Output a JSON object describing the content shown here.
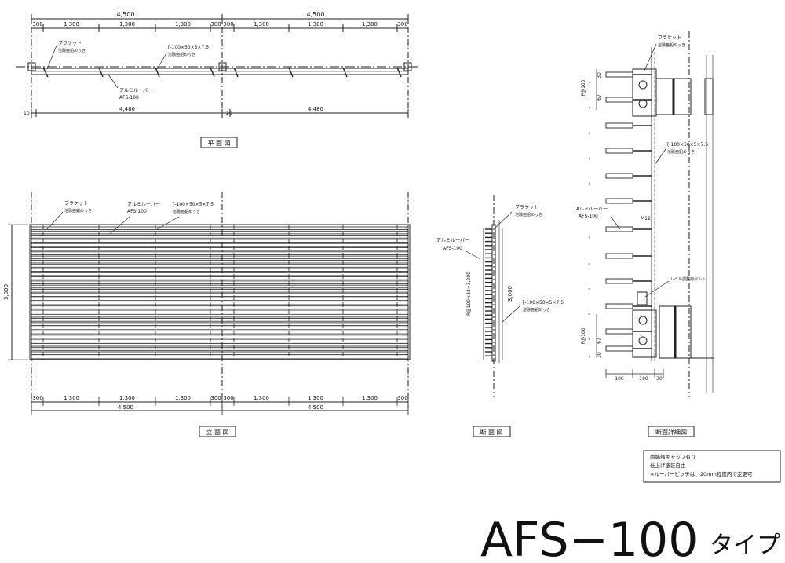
{
  "plan": {
    "top_total": [
      "4,500",
      "4,500"
    ],
    "top_segments": [
      "300",
      "1,300",
      "1,300",
      "1,300",
      "300"
    ],
    "bottom_offsets": [
      "10",
      "20"
    ],
    "bottom_totals": [
      "4,480",
      "4,480"
    ],
    "bracket_label": "ブラケット",
    "bracket_sub": "溶融亜鉛めっき",
    "channel_label": "[-100×50×5×7.5",
    "channel_sub": "溶融亜鉛めっき",
    "louver_label": "アルミルーバー",
    "louver_sub": "AFS-100",
    "title": "平 面 図"
  },
  "elevation": {
    "bracket_label": "ブラケット",
    "bracket_sub": "溶融亜鉛めっき",
    "louver_label": "アルミルーバー",
    "louver_sub": "AFS-100",
    "channel_label": "[-100×50×5×7.5",
    "channel_sub": "溶融亜鉛めっき",
    "height": "3,000",
    "segments": [
      "300",
      "1,300",
      "1,300",
      "1,300",
      "300"
    ],
    "totals": [
      "4,500",
      "4,500"
    ],
    "title": "立 面 図"
  },
  "section": {
    "bracket_label": "ブラケット",
    "bracket_sub": "溶融亜鉛めっき",
    "louver_label": "アルミルーバー",
    "louver_sub": "AFS-100",
    "pitch_label": "P@100×32=3,200",
    "height": "3,000",
    "channel_label": "[-100×50×5×7.5",
    "channel_sub": "溶融亜鉛めっき",
    "title": "断 面 図"
  },
  "detail": {
    "bracket_label": "ブラケット",
    "bracket_sub": "溶融亜鉛めっき",
    "dims_top": [
      "30",
      "P@100",
      "67"
    ],
    "channel_label": "[-100×50×5×7.5",
    "channel_sub": "溶融亜鉛めっき",
    "louver_label": "Aルミルーバー",
    "louver_sub": "AFS-100",
    "bolt_label": "M12",
    "level_bolt": "レベル調整用ボルト",
    "dims_bottom_v": [
      "P@100",
      "67",
      "30"
    ],
    "dims_bottom_h": [
      "100",
      "100",
      "30"
    ],
    "title": "断面詳細図"
  },
  "notes": [
    "両端部キャップ有り",
    "仕上げ塗装自由",
    "※ルーバーピッチは、20mm程度内で変更可"
  ],
  "product_title": "AFS−100",
  "product_suffix": "タイプ"
}
